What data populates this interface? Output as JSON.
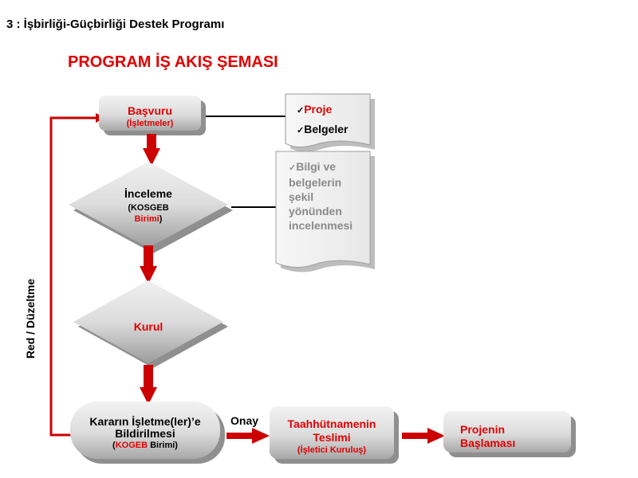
{
  "page": {
    "heading": "3 : İşbirliği-Güçbirliği Destek Programı",
    "title": "PROGRAM İŞ AKIŞ ŞEMASI",
    "side_label": "Red / Düzeltme"
  },
  "flow": {
    "basvuru": {
      "title": "Başvuru",
      "sub": "(İşletmeler)"
    },
    "inceleme": {
      "title": "İnceleme",
      "sub_open": "(KOSGEB",
      "sub_unit": "Birimi",
      "sub_close": ")"
    },
    "kurul": {
      "title": "Kurul"
    },
    "bildirim": {
      "line1": "Kararın İşletme(ler)’e",
      "line2": "Bildirilmesi",
      "sub_open": "(",
      "sub_org": "KOGEB",
      "sub_rest": " Birimi)"
    },
    "taahhut": {
      "line1": "Taahhütnamenin",
      "line2": "Teslimi",
      "sub": "(İşletici Kuruluş)"
    },
    "baslama": {
      "line1": "Projenin",
      "line2": "Başlaması"
    },
    "onay_label": "Onay"
  },
  "notes": {
    "documents": {
      "items": [
        "Proje",
        "Belgeler"
      ],
      "check": "✓"
    },
    "review": {
      "lines": [
        "Bilgi ve",
        "belgelerin",
        "şekil",
        "yönünden",
        "incelenmesi"
      ],
      "check": "✓"
    }
  },
  "colors": {
    "accent_red": "#e00000",
    "arrow_red": "#cc0000",
    "shape_light": "#e6e6e6",
    "shape_dark": "#9a9a9a",
    "note_grey": "#8a8a8a"
  }
}
